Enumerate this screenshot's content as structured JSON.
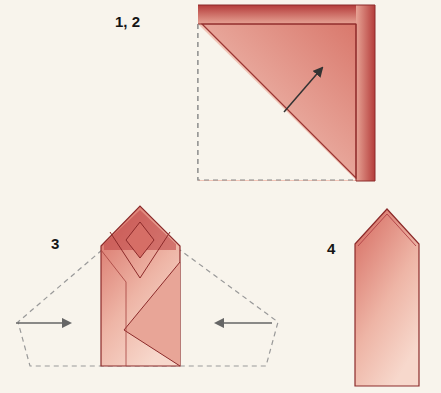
{
  "diagram": {
    "labels": [
      "1, 2",
      "3",
      "4"
    ]
  }
}
